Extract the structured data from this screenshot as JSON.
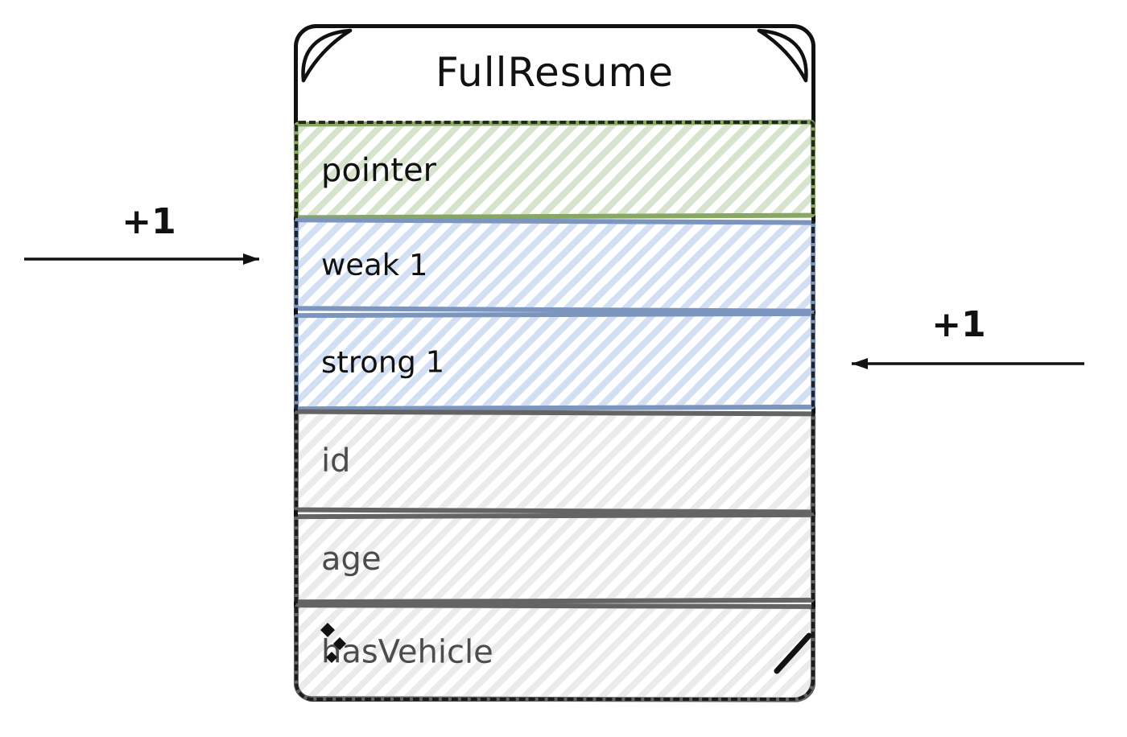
{
  "entity": {
    "title": "FullResume",
    "rows": [
      {
        "label": "pointer",
        "kind": "green"
      },
      {
        "label": "weak 1",
        "kind": "blue"
      },
      {
        "label": "strong 1",
        "kind": "blue"
      },
      {
        "label": "id",
        "kind": "gray"
      },
      {
        "label": "age",
        "kind": "gray"
      },
      {
        "label": "hasVehicle",
        "kind": "gray"
      }
    ]
  },
  "arrows": {
    "left": {
      "label": "+1",
      "direction": "right"
    },
    "right": {
      "label": "+1",
      "direction": "left"
    }
  },
  "colors": {
    "outline": "#111111",
    "green_border": "#87a763",
    "green_fill": "#d7e4cd",
    "blue_border": "#7b95bf",
    "blue_fill": "#d3e0f4",
    "gray_border": "#646464",
    "gray_fill": "#ebebeb",
    "row_text_dark": "#111111",
    "row_text_gray": "#4c4c4c",
    "arrow": "#111111"
  }
}
